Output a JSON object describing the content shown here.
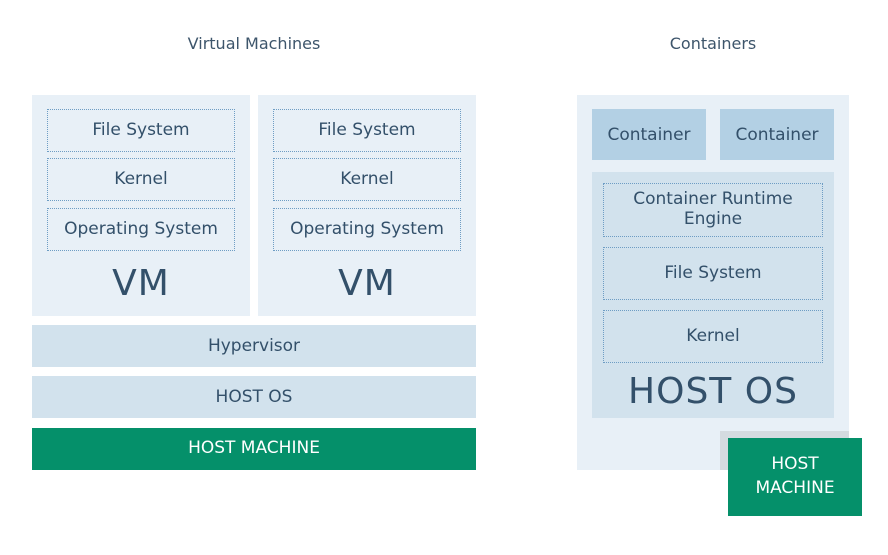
{
  "vm_section": {
    "title": "Virtual Machines",
    "vms": [
      {
        "layers": [
          "File System",
          "Kernel",
          "Operating System"
        ],
        "label": "VM"
      },
      {
        "layers": [
          "File System",
          "Kernel",
          "Operating System"
        ],
        "label": "VM"
      }
    ],
    "hypervisor": "Hypervisor",
    "host_os": "HOST OS",
    "host_machine": "HOST MACHINE"
  },
  "container_section": {
    "title": "Containers",
    "containers": [
      "Container",
      "Container"
    ],
    "layers": [
      "Container Runtime Engine",
      "File System",
      "Kernel"
    ],
    "host_os": "HOST OS",
    "host_machine": "HOST MACHINE"
  },
  "colors": {
    "panel": "#e8f0f7",
    "bar": "#d2e2ed",
    "container": "#b3d0e4",
    "dotted_border": "#6e9dc4",
    "host_machine": "#05906a",
    "text": "#33506a"
  }
}
